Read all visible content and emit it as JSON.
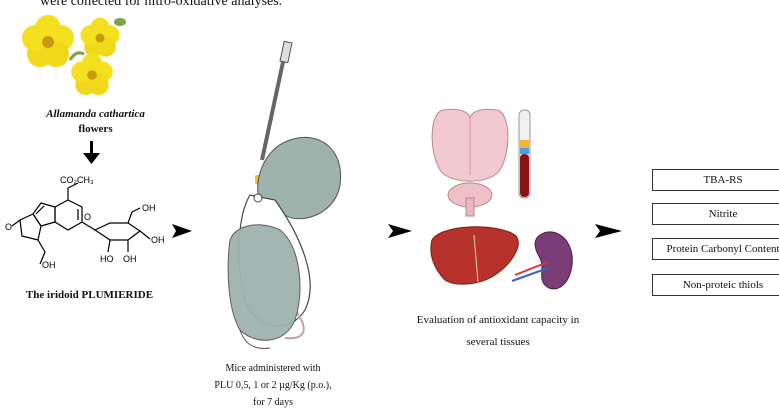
{
  "header_text": "were collected for nitro-oxidative analyses.",
  "flower": {
    "name": "Allamanda cathartica",
    "label": "flowers"
  },
  "compound": {
    "substituent": "CO₂CH₃",
    "label": "The iridoid PLUMIERIDE"
  },
  "treatment": {
    "lines": [
      "Mice administered with",
      "PLU 0,5, 1 or 2 µg/Kg (p.o.),",
      "for 7 days"
    ]
  },
  "evaluation": {
    "lines": [
      "Evaluation of antioxidant capacity in",
      "several tissues"
    ]
  },
  "assays": [
    "TBA-RS",
    "Nitrite",
    "Protein Carbonyl Content",
    "Non-proteic thiols"
  ],
  "colors": {
    "flower_yellow": "#f5e020",
    "glove": "#9fb3ad",
    "brain": "#f2c9d0",
    "liver": "#b8322c",
    "kidney": "#7a3d78",
    "blood": "#8a1414",
    "arrow": "#000000"
  }
}
